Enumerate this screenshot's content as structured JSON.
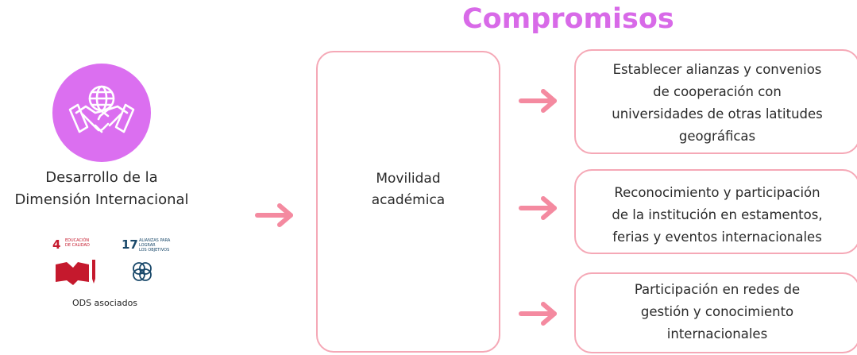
{
  "title": "Compromisos",
  "theme": {
    "label_line1": "Desarrollo de la",
    "label_line2": "Dimensión Internacional",
    "icon": "globe-handshake-icon",
    "color": "#db6ff0"
  },
  "ods": {
    "label": "ODS asociados",
    "goals": [
      {
        "number": "4",
        "line1": "Educación",
        "line2": "de calidad",
        "line3": "",
        "icon": "book-pencil-icon",
        "color": "#c5192d"
      },
      {
        "number": "17",
        "line1": "Alianzas para",
        "line2": "lograr",
        "line3": "los objetivos",
        "icon": "flower-rings-icon",
        "color": "#19486a"
      }
    ]
  },
  "main": {
    "line1": "Movilidad",
    "line2": "académica"
  },
  "commitments": [
    {
      "lines": [
        "Establecer alianzas y convenios",
        "de cooperación con",
        "universidades de otras latitudes",
        "geográficas"
      ]
    },
    {
      "lines": [
        "Reconocimiento y participación",
        "de la institución en estamentos,",
        "ferias y eventos internacionales"
      ]
    },
    {
      "lines": [
        "Participación en redes de",
        "gestión y conocimiento",
        "internacionales"
      ]
    }
  ],
  "colors": {
    "title": "#d86ae8",
    "arrow": "#f48aa0",
    "box_border": "#f5a8b6"
  }
}
